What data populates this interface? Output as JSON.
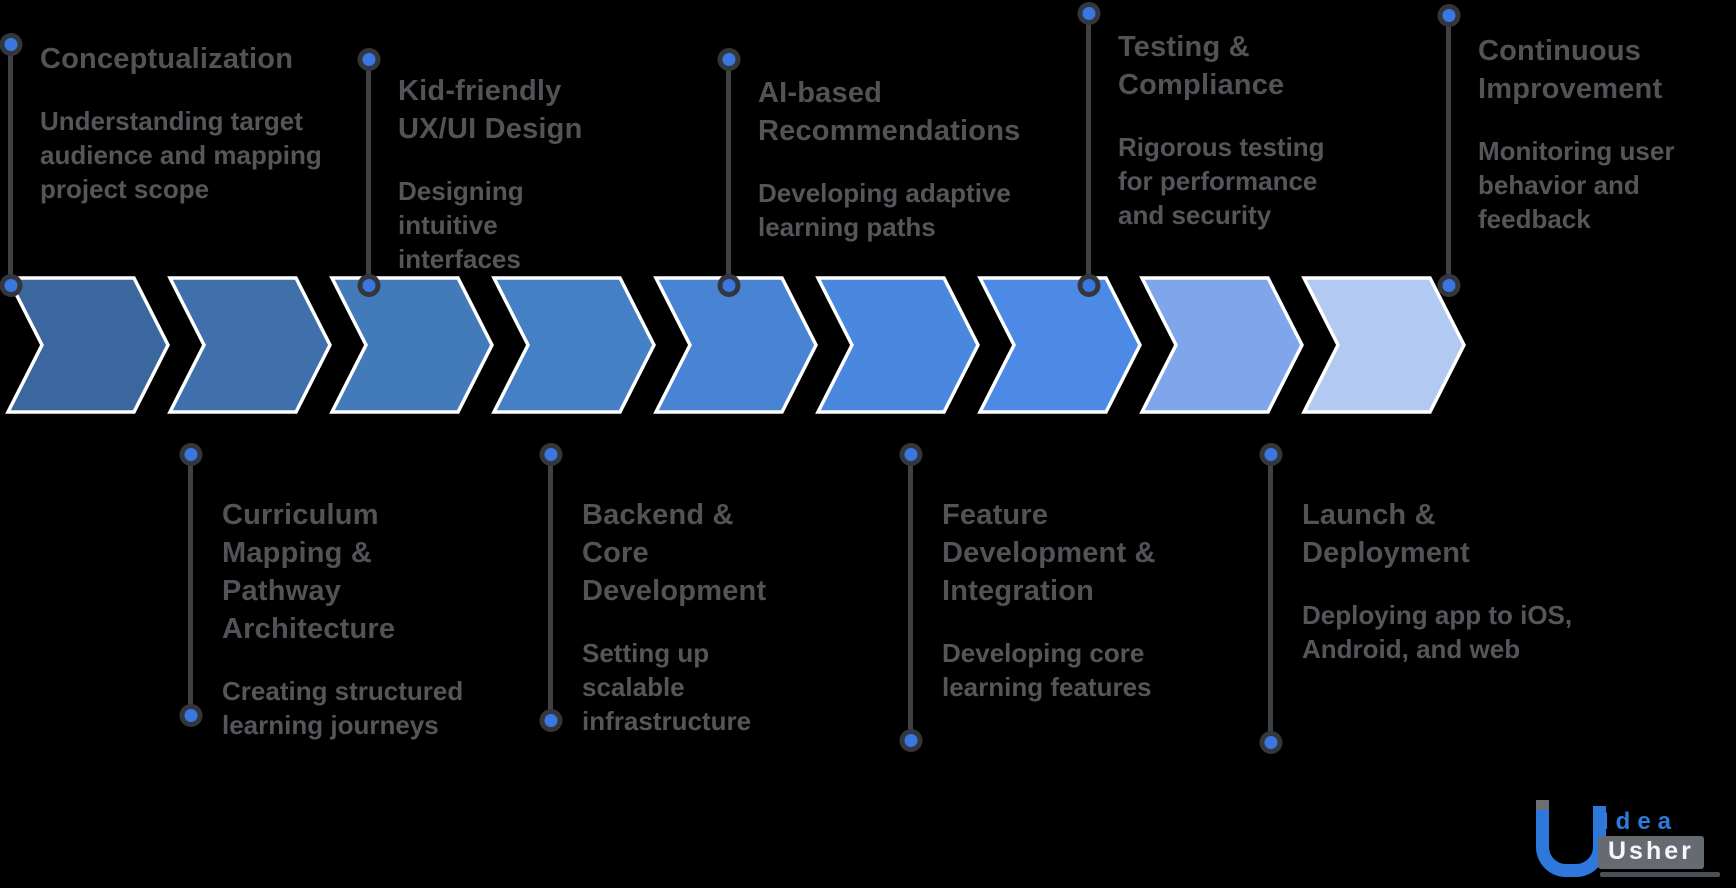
{
  "steps": [
    {
      "title": "Conceptualization",
      "description": "Understanding target audience and mapping project scope"
    },
    {
      "title": "Curriculum Mapping & Pathway Architecture",
      "description": "Creating structured learning journeys"
    },
    {
      "title": "Kid-friendly UX/UI Design",
      "description": "Designing intuitive interfaces"
    },
    {
      "title": "Backend & Core Development",
      "description": "Setting up scalable infrastructure"
    },
    {
      "title": "AI-based Recommendations",
      "description": "Developing adaptive learning paths"
    },
    {
      "title": "Feature Development & Integration",
      "description": "Developing core learning features"
    },
    {
      "title": "Testing & Compliance",
      "description": "Rigorous testing for performance and security"
    },
    {
      "title": "Launch & Deployment",
      "description": "Deploying app to iOS, Android, and web"
    },
    {
      "title": "Continuous Improvement",
      "description": "Monitoring user behavior and feedback"
    }
  ],
  "chevron_colors": [
    "#3a679e",
    "#4070ab",
    "#437ab9",
    "#457fc5",
    "#4983d3",
    "#4a87de",
    "#4c8ae6",
    "#7fa6ea",
    "#b2c9f1"
  ],
  "logo": {
    "line1": "Idea",
    "line2": "Usher"
  },
  "colors": {
    "background": "#000000",
    "accent_blue": "#3b77e0",
    "text_gray": "#515356",
    "line_gray": "#3e4245"
  }
}
